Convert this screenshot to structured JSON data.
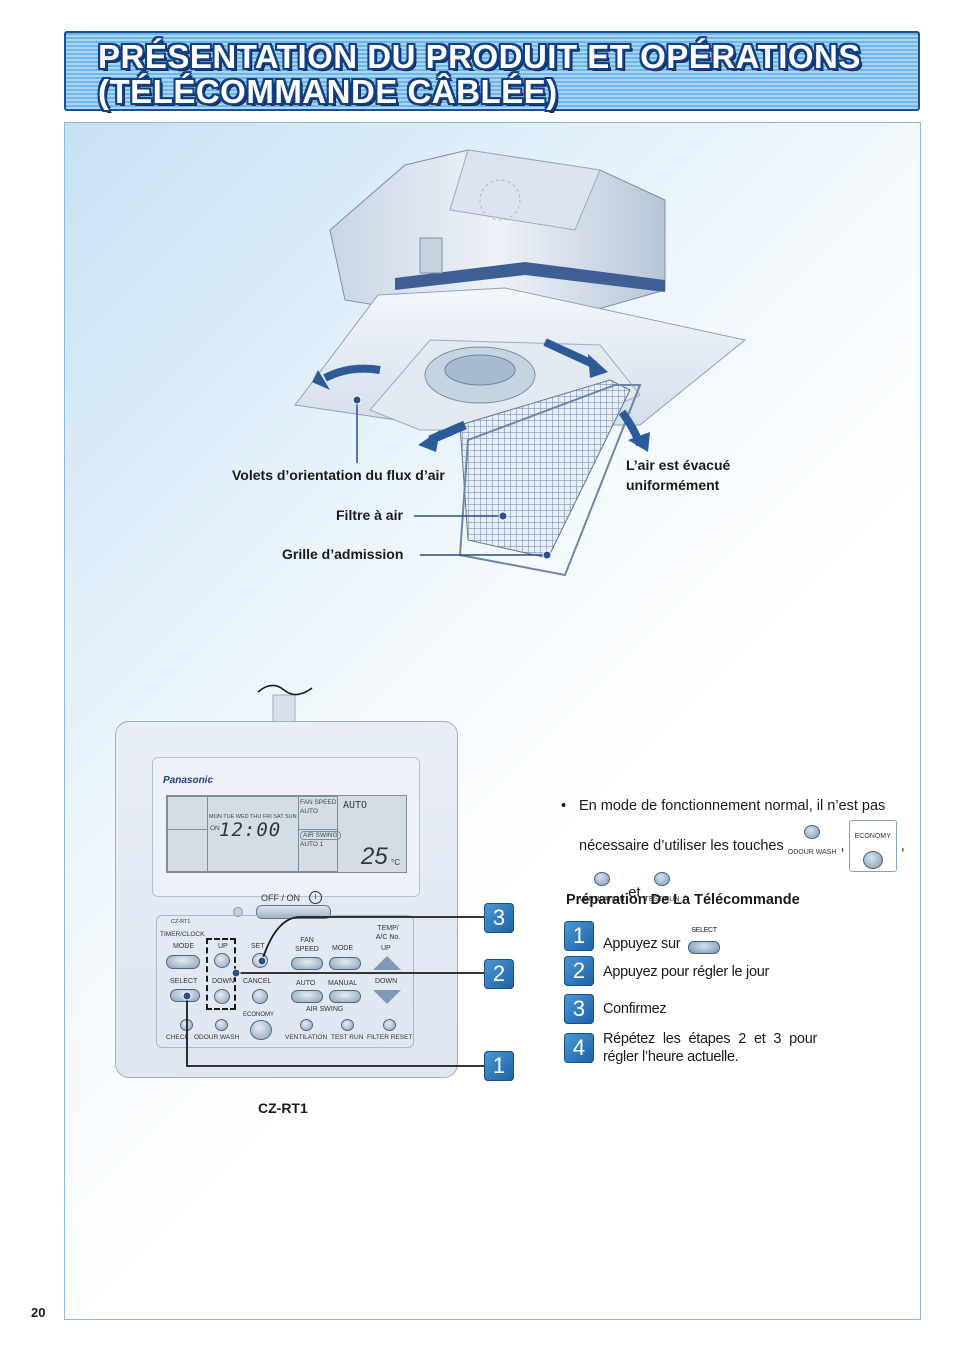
{
  "title": {
    "line1": "PRÉSENTATION DU PRODUIT ET OPÉRATIONS",
    "line2": "(TÉLÉCOMMANDE CÂBLÉE)"
  },
  "unit_labels": {
    "louvers": "Volets d’orientation du flux d’air",
    "filter": "Filtre à air",
    "intake_grille": "Grille d’admission",
    "air_out": "L’air est évacué uniformément"
  },
  "remote": {
    "model": "CZ-RT1",
    "brand": "Panasonic",
    "lcd": {
      "days": "MON TUE WED THU  FRI  SAT  SUN",
      "on": "ON",
      "clock": "12:00",
      "fan_speed_label": "FAN SPEED",
      "fan_speed_value": "AUTO",
      "mode_value": "AUTO",
      "air_swing_label": "AIR SWING",
      "air_swing_value": "AUTO 1",
      "temp": "25",
      "temp_unit": "°C"
    },
    "buttons": {
      "off_on": "OFF / ON",
      "cz": "CZ-RT1",
      "timer_clock": "TIMER/CLOCK",
      "mode_left": "MODE",
      "up": "UP",
      "set": "SET",
      "fan_speed": "FAN SPEED",
      "mode": "MODE",
      "temp_ac": "TEMP/ A/C No.",
      "temp_up": "UP",
      "select": "SELECT",
      "down": "DOWN",
      "cancel": "CANCEL",
      "auto": "AUTO",
      "manual": "MANUAL",
      "temp_down": "DOWN",
      "air_swing": "AIR SWING",
      "economy": "ECONOMY",
      "check": "CHECK",
      "odour_wash": "ODOUR WASH",
      "ventilation": "VENTILATION",
      "test_run": "TEST RUN",
      "filter_reset": "FILTER RESET"
    }
  },
  "callouts": [
    "3",
    "2",
    "1"
  ],
  "note": {
    "bullet": "•",
    "text_1": "En mode de fonctionnement normal, il n’est pas nécessaire d’utiliser les touches",
    "comma": ",",
    "and": "et",
    "period": ".",
    "odour_wash": "ODOUR WASH",
    "economy": "ECONOMY",
    "ventilation": "VENTILATION",
    "test_run": "TEST RUN"
  },
  "prep": {
    "title": "Préparation De La Télécommande",
    "steps": [
      {
        "num": "1",
        "text": "Appuyez sur",
        "icon_label": "SELECT"
      },
      {
        "num": "2",
        "text": "Appuyez pour régler le jour"
      },
      {
        "num": "3",
        "text": "Confirmez"
      },
      {
        "num": "4",
        "text": "Répétez les étapes 2 et 3 pour régler l’heure actuelle."
      }
    ]
  },
  "page_number": "20",
  "colors": {
    "banner_border": "#1b4f9a",
    "badge": "#2d74bd",
    "frame_tint": "#c6e0f4"
  }
}
